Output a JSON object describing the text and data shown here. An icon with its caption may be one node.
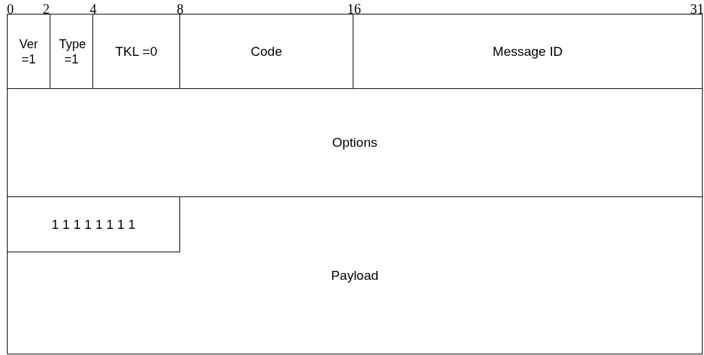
{
  "diagram": {
    "nodes": [
      {
        "text": [
          "Ver =1"
        ]
      },
      {
        "text": [
          "Type =1"
        ]
      },
      {
        "text": [
          "TKL =0"
        ]
      },
      {
        "text": [
          "Code"
        ]
      },
      {
        "text": [
          "Message ID"
        ]
      },
      {
        "text": [
          "Options"
        ]
      },
      {
        "text": [
          "Payload"
        ]
      },
      {
        "text": [
          "1 1 1 1 1 1 1 1"
        ],
        "in": 6
      }
    ],
    "labels": [
      "0",
      "2",
      "4",
      "8",
      "16",
      "31"
    ]
  }
}
